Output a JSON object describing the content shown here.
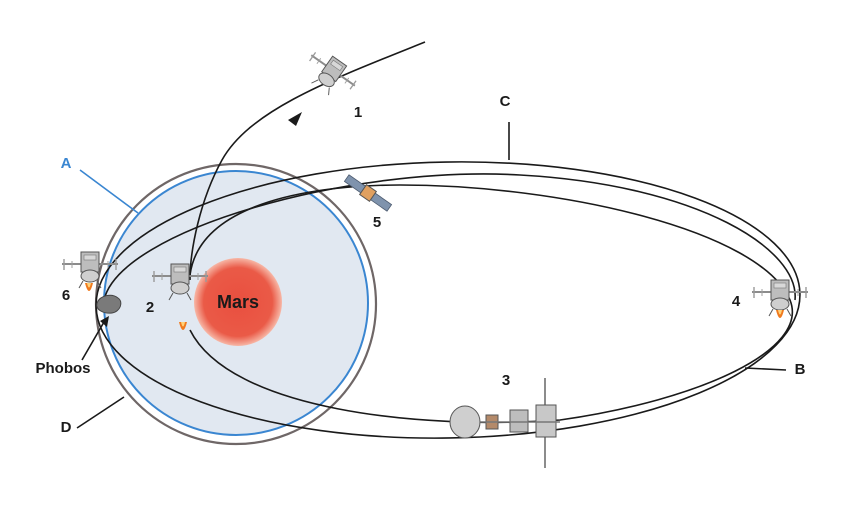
{
  "labels": {
    "A": "A",
    "B": "B",
    "C": "C",
    "D": "D",
    "phobos": "Phobos",
    "mars": "Mars",
    "step1": "1",
    "step2": "2",
    "step3": "3",
    "step4": "4",
    "step5": "5",
    "step6": "6"
  },
  "colors": {
    "background": "#ffffff",
    "sphere_fill": "#e1e8f1",
    "sphere_ring": "#3a86d1",
    "outer_ring": "#6f6767",
    "mars_core": "#e94f3f",
    "mars_glow": "#f7b7a6",
    "orbit_line": "#1a1a1a",
    "label_A": "#3a86d1",
    "thruster_flame": "#f07a1e"
  },
  "icons": {
    "spacecraft": "spacecraft-icon",
    "phobos": "asteroid-icon",
    "arrowhead": "arrowhead-icon"
  }
}
